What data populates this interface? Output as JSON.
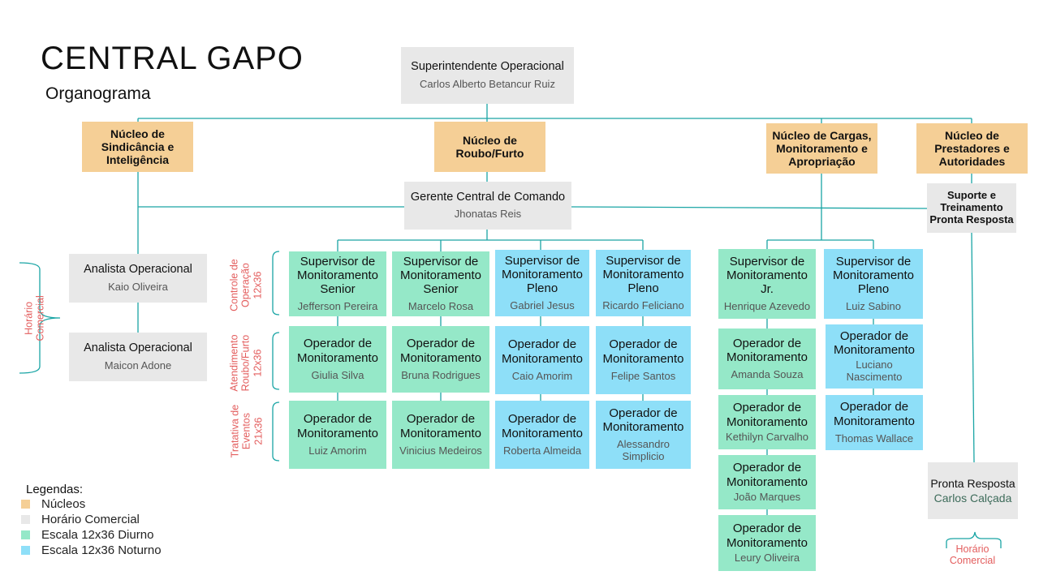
{
  "header": {
    "title": "CENTRAL GAPO",
    "subtitle": "Organograma"
  },
  "colors": {
    "nucleo": "#f5cf96",
    "comercial": "#e8e8e8",
    "diurno": "#95e8c8",
    "noturno": "#8edff8",
    "line": "#1aa5a5",
    "side_label": "#e35d5d"
  },
  "top": {
    "role": "Superintendente Operacional",
    "name": "Carlos Alberto Betancur Ruiz"
  },
  "nucleos": {
    "sindicancia": "Núcleo de Sindicância e Inteligência",
    "roubo": "Núcleo de Roubo/Furto",
    "cargas": "Núcleo de Cargas, Monitoramento e Apropriação",
    "prestadores": "Núcleo de Prestadores e Autoridades"
  },
  "gerente": {
    "role": "Gerente Central de Comando",
    "name": "Jhonatas Reis"
  },
  "suporte": "Suporte e Treinamento Pronta Resposta",
  "analistas": [
    {
      "role": "Analista Operacional",
      "name": "Kaio Oliveira"
    },
    {
      "role": "Analista Operacional",
      "name": "Maicon Adone"
    }
  ],
  "roubo_cols": [
    [
      {
        "role": "Supervisor de Monitoramento Senior",
        "name": "Jefferson Pereira"
      },
      {
        "role": "Operador de Monitoramento",
        "name": "Giulia Silva"
      },
      {
        "role": "Operador de Monitoramento",
        "name": "Luiz Amorim"
      }
    ],
    [
      {
        "role": "Supervisor de Monitoramento Senior",
        "name": "Marcelo Rosa"
      },
      {
        "role": "Operador de Monitoramento",
        "name": "Bruna Rodrigues"
      },
      {
        "role": "Operador de Monitoramento",
        "name": "Vinicius Medeiros"
      }
    ],
    [
      {
        "role": "Supervisor de Monitoramento Pleno",
        "name": "Gabriel Jesus"
      },
      {
        "role": "Operador de Monitoramento",
        "name": "Caio Amorim"
      },
      {
        "role": "Operador de Monitoramento",
        "name": "Roberta Almeida"
      }
    ],
    [
      {
        "role": "Supervisor de Monitoramento Pleno",
        "name": "Ricardo Feliciano"
      },
      {
        "role": "Operador de Monitoramento",
        "name": "Felipe Santos"
      },
      {
        "role": "Operador de Monitoramento",
        "name": "Alessandro Simplicio"
      }
    ]
  ],
  "cargas_cols": [
    [
      {
        "role": "Supervisor de Monitoramento Jr.",
        "name": "Henrique Azevedo"
      },
      {
        "role": "Operador de Monitoramento",
        "name": "Amanda Souza"
      },
      {
        "role": "Operador de Monitoramento",
        "name": "Kethilyn Carvalho"
      },
      {
        "role": "Operador de Monitoramento",
        "name": "João Marques"
      },
      {
        "role": "Operador de Monitoramento",
        "name": "Leury Oliveira"
      }
    ],
    [
      {
        "role": "Supervisor de Monitoramento Pleno",
        "name": "Luiz Sabino"
      },
      {
        "role": "Operador de Monitoramento",
        "name": "Luciano Nascimento"
      },
      {
        "role": "Operador de Monitoramento",
        "name": "Thomas Wallace"
      }
    ]
  ],
  "pronta": {
    "role": "Pronta Resposta",
    "name": "Carlos Calçada"
  },
  "side_labels": {
    "horario_left": "Horário Comercial",
    "controle": "Controle de Operação 12x36",
    "atendimento": "Atendimento Roubo/Furto 12x36",
    "tratativa": "Tratativa de Eventos 21x36",
    "horario_bottom": "Horário Comercial"
  },
  "legend": {
    "title": "Legendas:",
    "items": [
      {
        "label": "Núcleos",
        "color": "#f5cf96"
      },
      {
        "label": "Horário Comercial",
        "color": "#e8e8e8"
      },
      {
        "label": "Escala 12x36 Diurno",
        "color": "#95e8c8"
      },
      {
        "label": "Escala 12x36 Noturno",
        "color": "#8edff8"
      }
    ]
  }
}
